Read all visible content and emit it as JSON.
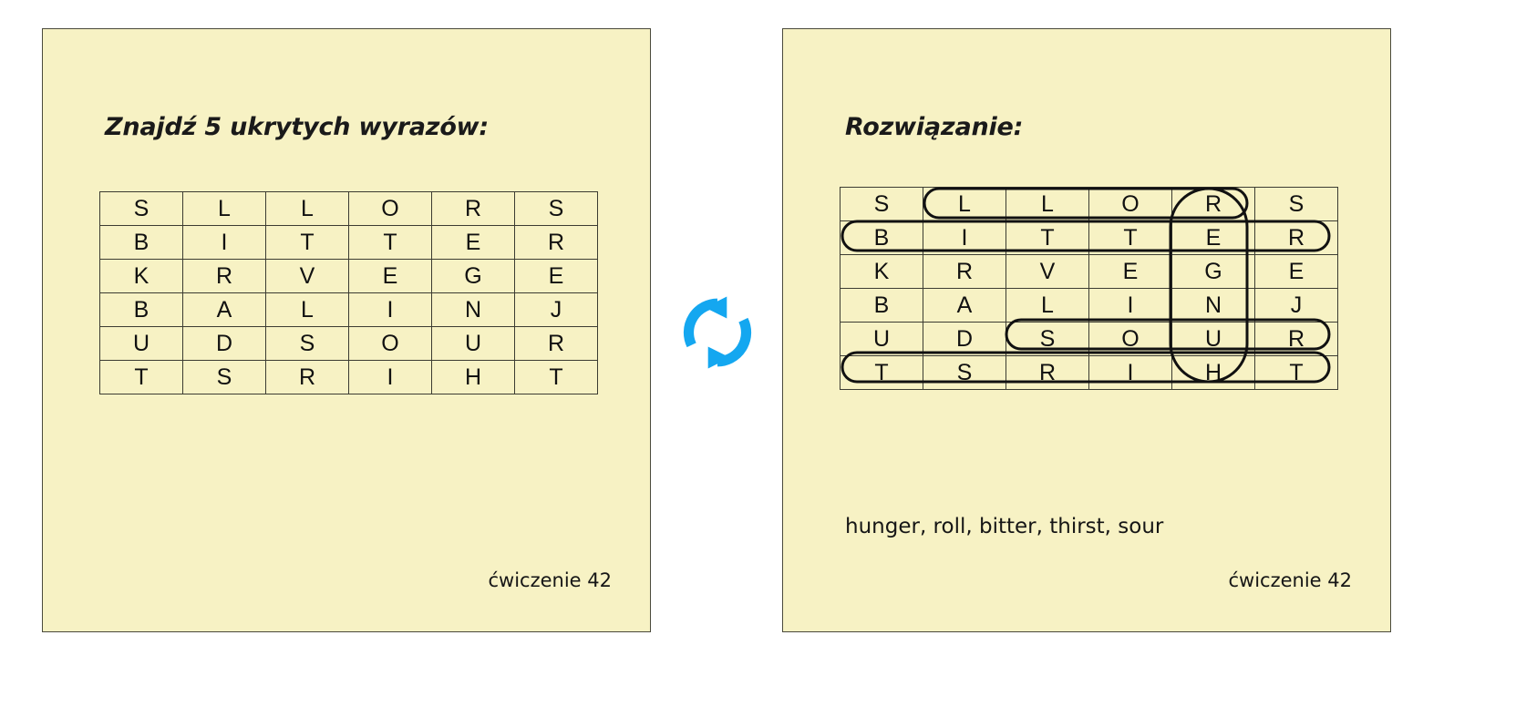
{
  "page": {
    "background": "#ffffff",
    "card_background": "#f7f2c4",
    "card_border": "#4a4a3c",
    "accent_color": "#14a7f0",
    "text_color": "#161616"
  },
  "left_card": {
    "title": "Znajdź 5 ukrytych wyrazów:",
    "footer": "ćwiczenie 42",
    "grid": {
      "rows": 6,
      "cols": 6,
      "letters": [
        [
          "S",
          "L",
          "L",
          "O",
          "R",
          "S"
        ],
        [
          "B",
          "I",
          "T",
          "T",
          "E",
          "R"
        ],
        [
          "K",
          "R",
          "V",
          "E",
          "G",
          "E"
        ],
        [
          "B",
          "A",
          "L",
          "I",
          "N",
          "J"
        ],
        [
          "U",
          "D",
          "S",
          "O",
          "U",
          "R"
        ],
        [
          "T",
          "S",
          "R",
          "I",
          "H",
          "T"
        ]
      ]
    }
  },
  "right_card": {
    "title": "Rozwiązanie:",
    "footer": "ćwiczenie 42",
    "solution_words": "hunger, roll, bitter, thirst, sour",
    "grid": {
      "rows": 6,
      "cols": 6,
      "letters": [
        [
          "S",
          "L",
          "L",
          "O",
          "R",
          "S"
        ],
        [
          "B",
          "I",
          "T",
          "T",
          "E",
          "R"
        ],
        [
          "K",
          "R",
          "V",
          "E",
          "G",
          "E"
        ],
        [
          "B",
          "A",
          "L",
          "I",
          "N",
          "J"
        ],
        [
          "U",
          "D",
          "S",
          "O",
          "U",
          "R"
        ],
        [
          "T",
          "S",
          "R",
          "I",
          "H",
          "T"
        ]
      ]
    },
    "marked_words": [
      {
        "word": "roll",
        "direction": "horizontal",
        "row": 0,
        "col_start": 1,
        "col_end": 4
      },
      {
        "word": "bitter",
        "direction": "horizontal",
        "row": 1,
        "col_start": 0,
        "col_end": 5
      },
      {
        "word": "sour",
        "direction": "horizontal",
        "row": 4,
        "col_start": 2,
        "col_end": 5
      },
      {
        "word": "thirst",
        "direction": "horizontal",
        "row": 5,
        "col_start": 0,
        "col_end": 5
      },
      {
        "word": "hunger",
        "direction": "vertical",
        "col": 4,
        "row_start": 0,
        "row_end": 5
      }
    ]
  },
  "center": {
    "icon": "sync-refresh-icon",
    "icon_color": "#14a7f0"
  }
}
